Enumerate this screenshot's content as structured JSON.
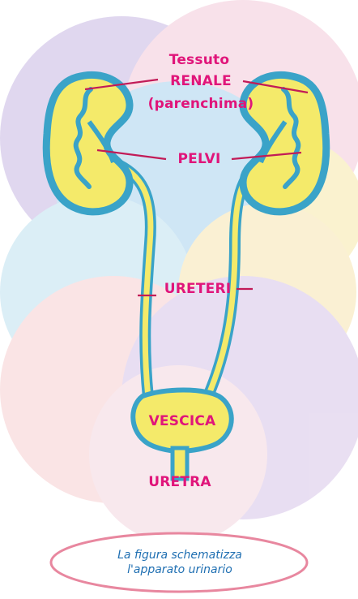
{
  "diagram": {
    "labels": {
      "tessuto": "Tessuto",
      "renale": "RENALE",
      "parenchima": "(parenchima)",
      "pelvi": "PELVI",
      "ureteri": "URETERI",
      "vescica": "VESCICA",
      "uretra": "URETRA"
    },
    "caption": {
      "line1": "La figura schematizza",
      "line2": "l'apparato urinario"
    }
  },
  "colors": {
    "label_text": "#e0157a",
    "organ_fill": "#f4ea6a",
    "organ_outline": "#3aa3c8",
    "caption_text": "#1f6fb2",
    "caption_border": "#e8879f"
  }
}
